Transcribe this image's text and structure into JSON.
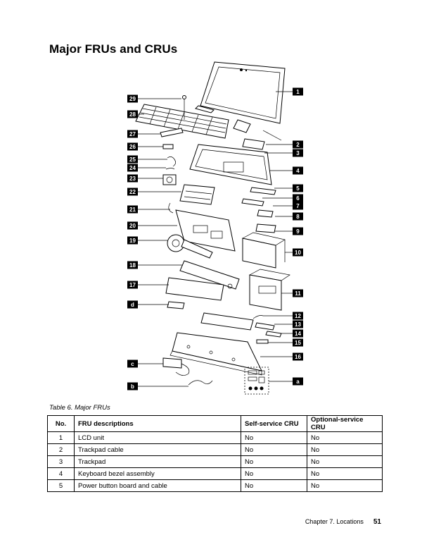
{
  "heading": "Major FRUs and CRUs",
  "diagram": {
    "left_labels": [
      "29",
      "28",
      "27",
      "26",
      "25",
      "24",
      "23",
      "22",
      "21",
      "20",
      "19",
      "18",
      "17",
      "d",
      "c",
      "b"
    ],
    "right_labels": [
      "1",
      "2",
      "3",
      "4",
      "5",
      "6",
      "7",
      "8",
      "9",
      "10",
      "11",
      "12",
      "13",
      "14",
      "15",
      "16",
      "a"
    ]
  },
  "caption": "Table 6.  Major FRUs",
  "table": {
    "headers": [
      "No.",
      "FRU descriptions",
      "Self-service CRU",
      "Optional-service CRU"
    ],
    "rows": [
      [
        "1",
        "LCD unit",
        "No",
        "No"
      ],
      [
        "2",
        "Trackpad cable",
        "No",
        "No"
      ],
      [
        "3",
        "Trackpad",
        "No",
        "No"
      ],
      [
        "4",
        "Keyboard bezel assembly",
        "No",
        "No"
      ],
      [
        "5",
        "Power button board and cable",
        "No",
        "No"
      ]
    ]
  },
  "footer": {
    "chapter": "Chapter 7.  Locations",
    "page": "51"
  }
}
